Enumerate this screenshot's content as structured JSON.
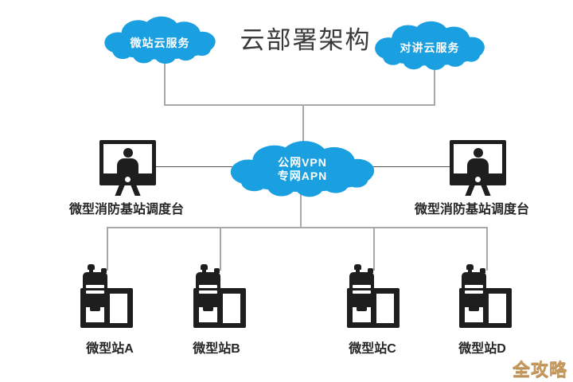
{
  "title": "云部署架构",
  "clouds": {
    "left": {
      "label": "微站云服务"
    },
    "right": {
      "label": "对讲云服务"
    },
    "center": {
      "line1": "公网VPN",
      "line2": "专网APN"
    }
  },
  "consoles": {
    "left_label": "微型消防基站调度台",
    "right_label": "微型消防基站调度台"
  },
  "stations": [
    {
      "label": "微型站A"
    },
    {
      "label": "微型站B"
    },
    {
      "label": "微型站C"
    },
    {
      "label": "微型站D"
    }
  ],
  "watermark": "全攻略",
  "colors": {
    "cloud": "#1a9fe0",
    "icon": "#1e1e1e",
    "line": "#a8a8a8",
    "link_line": "#555555",
    "title_text": "#3a3a3a",
    "watermark": "#c79b5f"
  }
}
